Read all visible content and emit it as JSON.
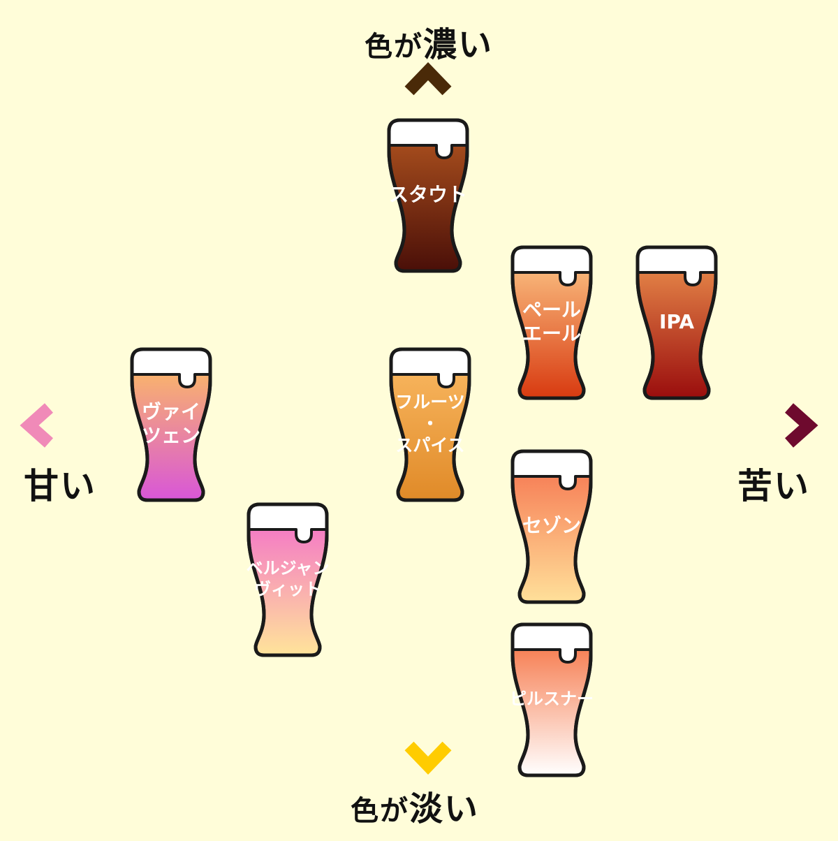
{
  "axes": {
    "top": {
      "pre": "色が",
      "emph": "濃い"
    },
    "bottom": {
      "pre": "色が",
      "emph": "淡い"
    },
    "left": "甘い",
    "right": "苦い"
  },
  "colors": {
    "background": "#fffdd9",
    "outline": "#1a1a1a",
    "foam": "#ffffff",
    "arrow_up": "#4a2a08",
    "arrow_down": "#ffcc00",
    "arrow_left": "#f08ab8",
    "arrow_right": "#6e0a2e"
  },
  "beers": [
    {
      "id": "stout",
      "lines": [
        "スタウト"
      ],
      "colors": [
        "#a24a1c",
        "#4a0f08"
      ]
    },
    {
      "id": "pale-ale",
      "lines": [
        "ペール",
        "エール"
      ],
      "colors": [
        "#f7b276",
        "#d83a10"
      ]
    },
    {
      "id": "ipa",
      "lines": [
        "IPA"
      ],
      "colors": [
        "#e07d44",
        "#9a0d0d"
      ]
    },
    {
      "id": "weizen",
      "lines": [
        "ヴァイ",
        "ツェン"
      ],
      "colors": [
        "#f8b070",
        "#d856d8"
      ]
    },
    {
      "id": "fruit-spice",
      "lines": [
        "フルーツ",
        "・",
        "スパイス"
      ],
      "colors": [
        "#f6b25a",
        "#e08a28"
      ]
    },
    {
      "id": "saison",
      "lines": [
        "セゾン"
      ],
      "colors": [
        "#f7845a",
        "#ffe09a"
      ]
    },
    {
      "id": "belgian-wit",
      "lines": [
        "ベルジャン",
        "ヴィット"
      ],
      "colors": [
        "#f57fc3",
        "#ffe49a"
      ]
    },
    {
      "id": "pilsner",
      "lines": [
        "ピルスナー"
      ],
      "colors": [
        "#f7845a",
        "#ffffff"
      ]
    }
  ]
}
